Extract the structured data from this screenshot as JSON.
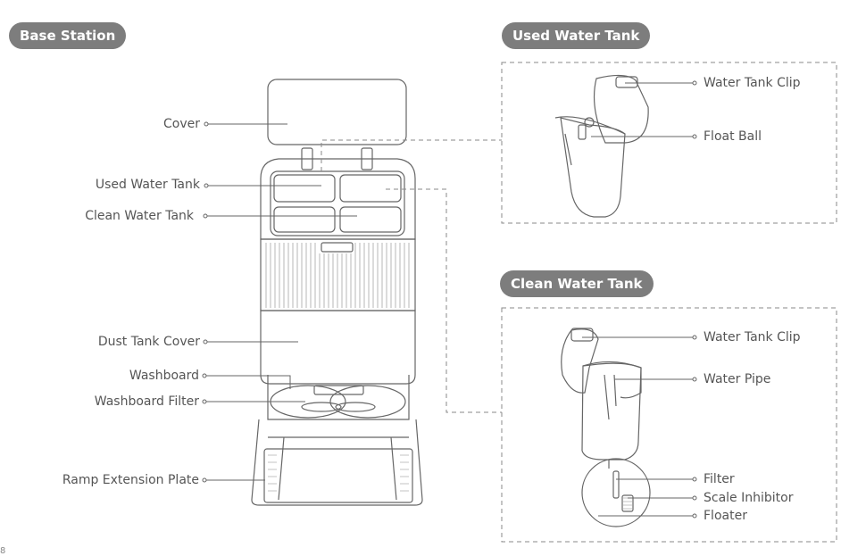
{
  "sections": {
    "base_station": "Base Station",
    "used_water_tank": "Used Water Tank",
    "clean_water_tank": "Clean Water Tank"
  },
  "base_labels": {
    "cover": "Cover",
    "used_water_tank": "Used Water Tank",
    "clean_water_tank": "Clean Water Tank",
    "dust_tank_cover": "Dust Tank Cover",
    "washboard": "Washboard",
    "washboard_filter": "Washboard Filter",
    "ramp_extension_plate": "Ramp Extension Plate"
  },
  "used_tank_labels": {
    "water_tank_clip": "Water Tank Clip",
    "float_ball": "Float Ball"
  },
  "clean_tank_labels": {
    "water_tank_clip": "Water Tank Clip",
    "water_pipe": "Water Pipe",
    "filter": "Filter",
    "scale_inhibitor": "Scale Inhibitor",
    "floater": "Floater"
  },
  "page_number": "8",
  "colors": {
    "pill": "#7d7d7d",
    "line": "#666666",
    "text": "#555555"
  }
}
